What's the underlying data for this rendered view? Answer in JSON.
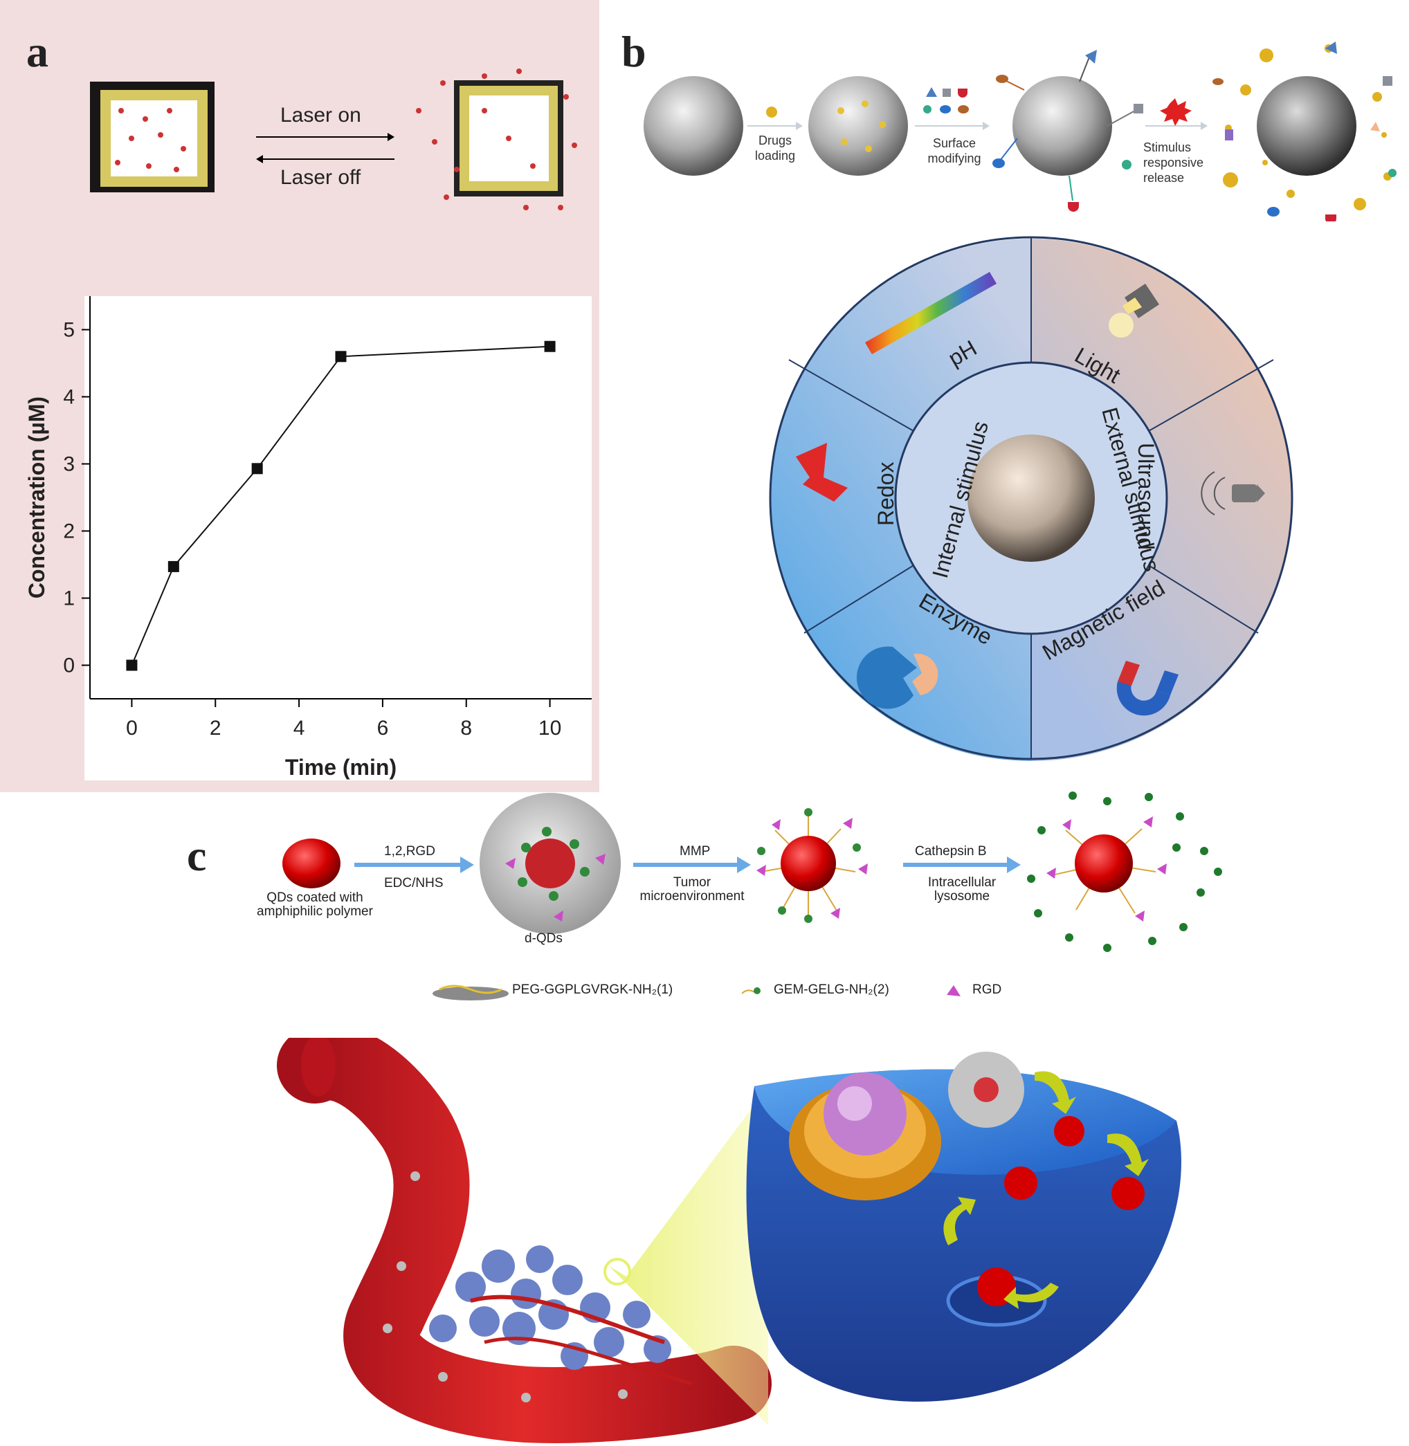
{
  "panels": {
    "a": {
      "letter": "a",
      "background": "#f2dede",
      "laser_on": "Laser on",
      "laser_off": "Laser off"
    },
    "b": {
      "letter": "b",
      "top_steps": {
        "drugs_loading": [
          "Drugs",
          "loading"
        ],
        "surface_modifying": [
          "Surface",
          "modifying"
        ],
        "release": [
          "Stimulus",
          "responsive",
          "release"
        ]
      },
      "wheel": {
        "inner_left": "Internal stimulus",
        "inner_right": "External stimulus",
        "segments": [
          "pH",
          "Light",
          "Ultrasound",
          "Magnetic field",
          "Enzyme",
          "Redox"
        ]
      }
    },
    "c": {
      "letter": "c",
      "qd_label": [
        "QDs coated with",
        "amphiphilic polymer"
      ],
      "step1": {
        "top": "1,2,RGD",
        "bottom": "EDC/NHS"
      },
      "dqd_label": "d-QDs",
      "step2": {
        "top": "MMP",
        "bottom": [
          "Tumor",
          "microenvironment"
        ]
      },
      "step3": {
        "top": "Cathepsin B",
        "bottom": [
          "Intracellular",
          "lysosome"
        ]
      },
      "legend": [
        {
          "label": "PEG-GGPLGVRGK-NH₂(1)"
        },
        {
          "label": "GEM-GELG-NH₂(2)"
        },
        {
          "label": "RGD"
        }
      ]
    }
  },
  "chart_data": {
    "type": "line",
    "xlabel": "Time (min)",
    "ylabel": "Concentration (µM)",
    "x": [
      0,
      1,
      3,
      5,
      10
    ],
    "y": [
      0,
      1.47,
      2.93,
      4.6,
      4.75
    ],
    "xlim": [
      -1,
      11
    ],
    "ylim": [
      -0.5,
      5.5
    ],
    "xticks": [
      0,
      2,
      4,
      6,
      8,
      10
    ],
    "yticks": [
      0,
      1,
      2,
      3,
      4,
      5
    ],
    "marker": "square",
    "grid": false
  }
}
